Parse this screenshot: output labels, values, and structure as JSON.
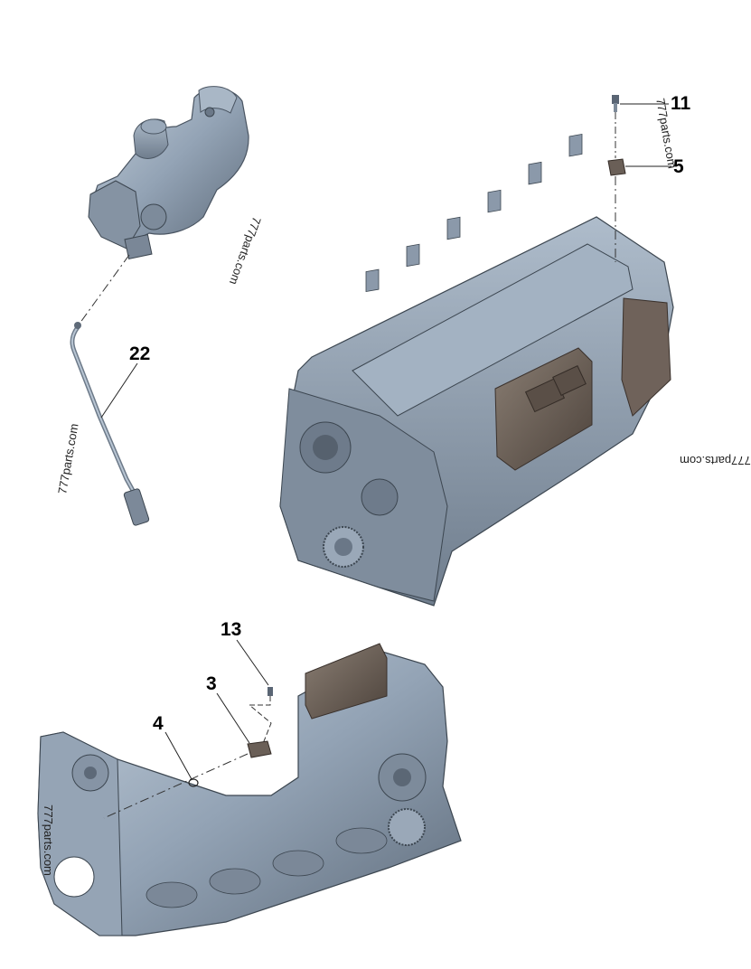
{
  "callouts": {
    "c11": "11",
    "c5": "5",
    "c22": "22",
    "c13": "13",
    "c3": "3",
    "c4": "4"
  },
  "watermarks": {
    "w1": "777parts.com",
    "w2": "777parts.com",
    "w3": "777parts.com",
    "w4": "777parts.com",
    "w5": "777parts.com"
  },
  "colors": {
    "metal": "#8f9fb1",
    "metal_light": "#b3c1d0",
    "metal_dark": "#5d6a79",
    "ecm": "#6e6259",
    "ecm_dark": "#4a403a"
  }
}
